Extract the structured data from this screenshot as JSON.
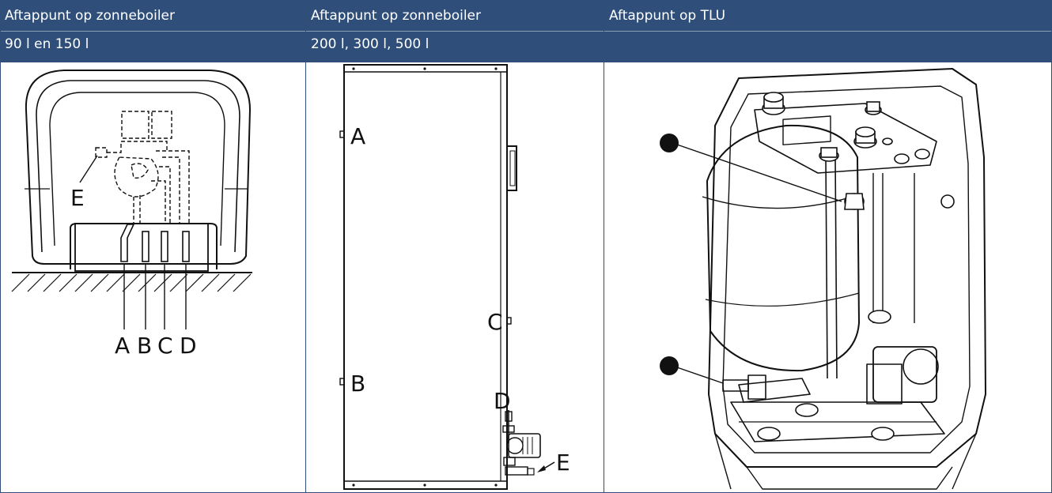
{
  "colors": {
    "header_bg": "#2f4f7a",
    "header_text": "#ffffff",
    "line": "#111111"
  },
  "columns": [
    {
      "title": "Aftappunt op zonneboiler",
      "subtitle": "90 l en 150 l"
    },
    {
      "title": "Aftappunt op zonneboiler",
      "subtitle": "200 l, 300 l, 500 l"
    },
    {
      "title": "Aftappunt op TLU",
      "subtitle": ""
    }
  ],
  "figures": {
    "small_boiler": {
      "labels": {
        "a": "A",
        "b": "B",
        "c": "C",
        "d": "D",
        "e": "E"
      }
    },
    "tall_boiler": {
      "labels": {
        "a": "A",
        "b": "B",
        "c": "C",
        "d": "D",
        "e": "E"
      }
    },
    "tlu": {
      "callouts": {
        "one": "❶",
        "two": "❷"
      }
    }
  }
}
